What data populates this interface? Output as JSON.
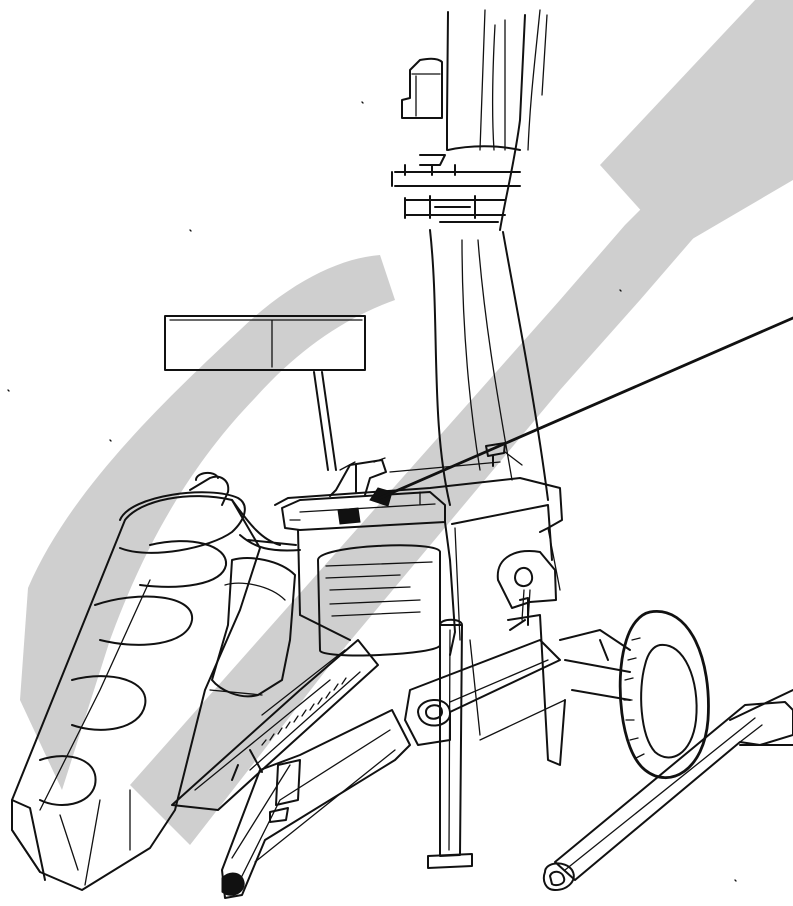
{
  "figure": {
    "subject": "forage-harvester-line-drawing",
    "colors": {
      "background": "#ffffff",
      "ink": "#111111",
      "watermark": "#cfcfcf"
    },
    "watermark": {
      "kind": "diagonal-letter-marks",
      "text": ""
    },
    "callout": {
      "kind": "leader-line",
      "target": "decal-on-gearbox-housing"
    }
  }
}
